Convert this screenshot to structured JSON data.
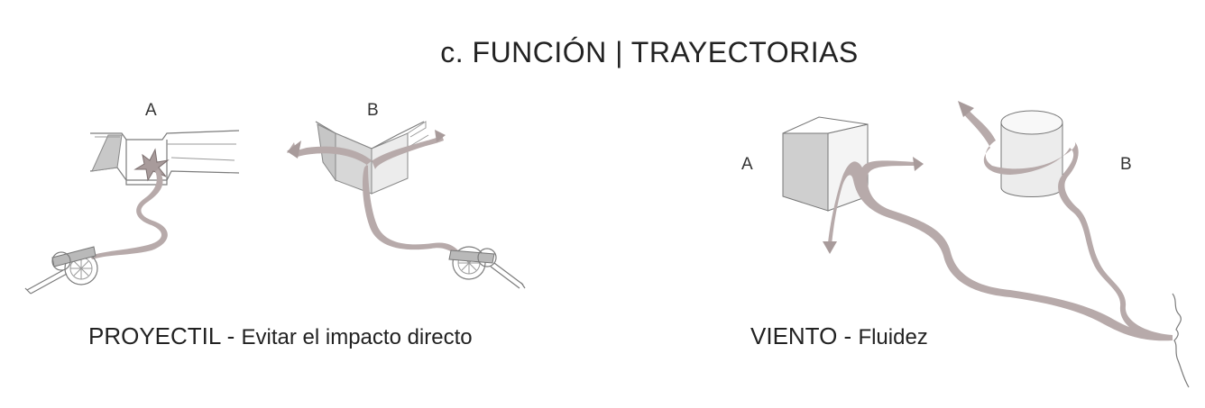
{
  "title": "c. FUNCIÓN | TRAYECTORIAS",
  "left_panel": {
    "label_a": "A",
    "label_b": "B",
    "caption_main": "PROYECTIL - ",
    "caption_sub": "Evitar el impacto directo"
  },
  "right_panel": {
    "label_a": "A",
    "label_b": "B",
    "caption_main": "VIENTO - ",
    "caption_sub": "Fluidez"
  },
  "colors": {
    "ribbon": "#b7aaaa",
    "line": "#7c7c7c",
    "shade": "#c8c8c8",
    "text": "#222222"
  }
}
